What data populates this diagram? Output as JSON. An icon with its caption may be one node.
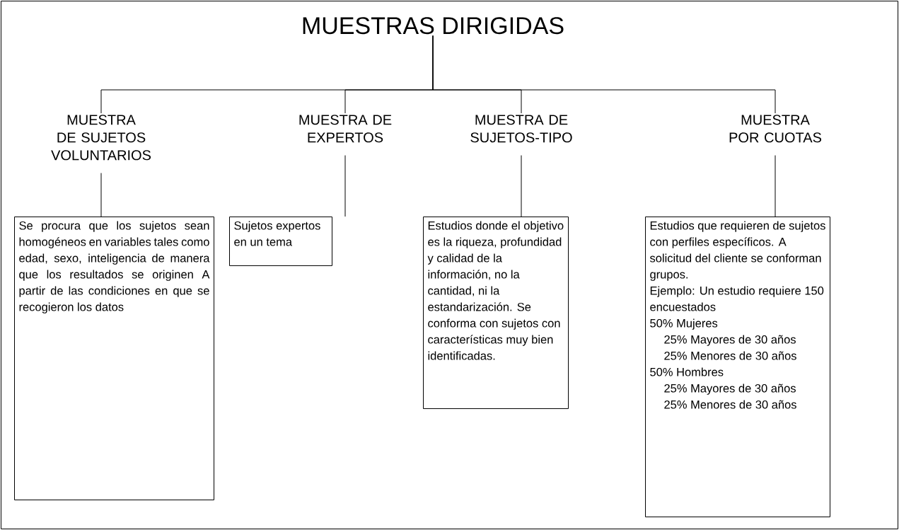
{
  "diagram": {
    "nodes": [
      {
        "text": [
          "MUESTRAS DIRIGIDAS"
        ]
      },
      {
        "text": [
          "MUESTRA DE SUJETOS VOLUNTARIOS"
        ]
      },
      {
        "text": [
          "MUESTRA DE EXPERTOS"
        ]
      },
      {
        "text": [
          "MUESTRA DE SUJETOS-TIPO"
        ]
      },
      {
        "text": [
          "MUESTRA POR CUOTAS"
        ]
      },
      {
        "text": [
          "Se procura que los sujetos sean homogéneos en variables tales como edad, sexo, inteligencia de manera que los resultados se originen A partir de las condiciones en que se recogieron los datos"
        ]
      },
      {
        "text": [
          "Sujetos expertos en un tema"
        ]
      },
      {
        "text": [
          "Estudios donde el objetivo es la riqueza, profundidad y calidad de la información, no la cantidad, ni la estandarización. Se conforma con sujetos con características muy bien identificadas."
        ]
      },
      {
        "text": [
          "Estudios que requieren de sujetos con perfiles específicos. A solicitud del cliente se conforman grupos.",
          "Ejemplo: Un estudio requiere 150 encuestados",
          "50% Mujeres",
          "25% Mayores de 30 años",
          "25% Menores de 30 años",
          "50% Hombres",
          "25% Mayores de 30 años",
          "25% Menores de 30 años"
        ]
      }
    ],
    "edges": [
      {
        "from": 0,
        "to": 1,
        "arrow": "none"
      },
      {
        "from": 0,
        "to": 2,
        "arrow": "none"
      },
      {
        "from": 0,
        "to": 3,
        "arrow": "none"
      },
      {
        "from": 0,
        "to": 4,
        "arrow": "none"
      },
      {
        "from": 1,
        "to": 5,
        "arrow": "none"
      },
      {
        "from": 2,
        "to": 6,
        "arrow": "none"
      },
      {
        "from": 3,
        "to": 7,
        "arrow": "none"
      },
      {
        "from": 4,
        "to": 8,
        "arrow": "none"
      }
    ]
  }
}
